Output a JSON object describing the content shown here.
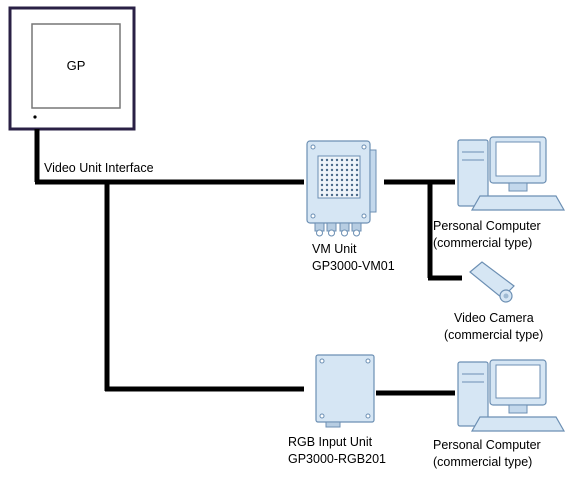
{
  "gp_display": {
    "label": "GP"
  },
  "video_unit_interface": {
    "label": "Video Unit Interface"
  },
  "vm_unit": {
    "name": "VM Unit",
    "model": "GP3000-VM01"
  },
  "rgb_unit": {
    "name": "RGB Input Unit",
    "model": "GP3000-RGB201"
  },
  "pc_top": {
    "name": "Personal Computer",
    "type": "(commercial type)"
  },
  "video_camera": {
    "name": "Video Camera",
    "type": "(commercial type)"
  },
  "pc_bottom": {
    "name": "Personal Computer",
    "type": "(commercial type)"
  },
  "colors": {
    "device_blue": "#d6e6f4",
    "device_stroke": "#6c8fb3",
    "cable": "#000000"
  }
}
